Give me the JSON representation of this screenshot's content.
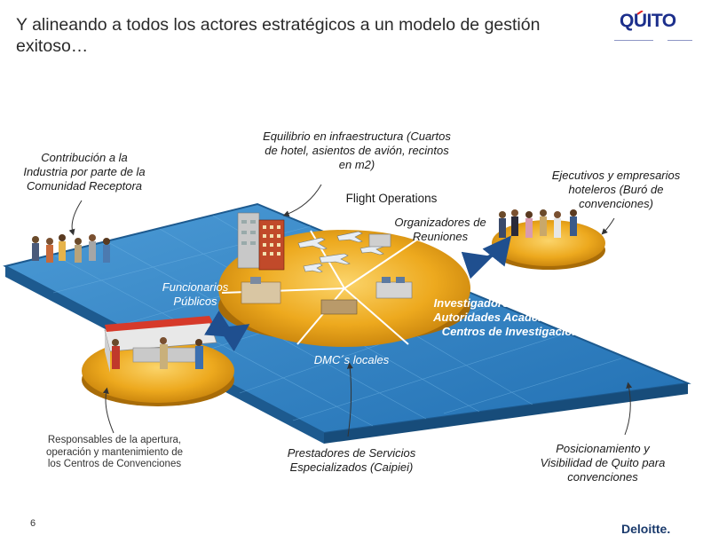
{
  "title": "Y alineando a todos los actores estratégicos a un modelo de gestión exitoso…",
  "logo": {
    "word": "QUITO",
    "colors": {
      "primary": "#1c2f8c",
      "accent": "#e31e24"
    }
  },
  "labels": {
    "contribucion": "Contribución a la Industria por parte de la Comunidad Receptora",
    "equilibrio": "Equilibrio en infraestructura (Cuartos de hotel, asientos de avión, recintos en m2)",
    "flight": "Flight Operations",
    "ejecutivos": "Ejecutivos y empresarios hoteleros (Buró de convenciones)",
    "organizadores": "Organizadores de Reuniones",
    "funcionarios": "Funcionarios Públicos",
    "investigadores": "Investigadores Científicos y Autoridades Académicas de Centros de Investigación",
    "dmc": "DMC´s locales",
    "responsables": "Responsables de la apertura, operación y mantenimiento de los Centros de Convenciones",
    "prestadores": "Prestadores de Servicios Especializados (Caipiei)",
    "posicionamiento": "Posicionamiento y Visibilidad de Quito para convenciones"
  },
  "footer": {
    "page_number": "6",
    "brand": "Deloitte."
  },
  "colors": {
    "platform": "#2f86c6",
    "platform_edge": "#1d5a8f",
    "disc_gold": "#e6a417",
    "arrow": "#1f4f8f"
  }
}
